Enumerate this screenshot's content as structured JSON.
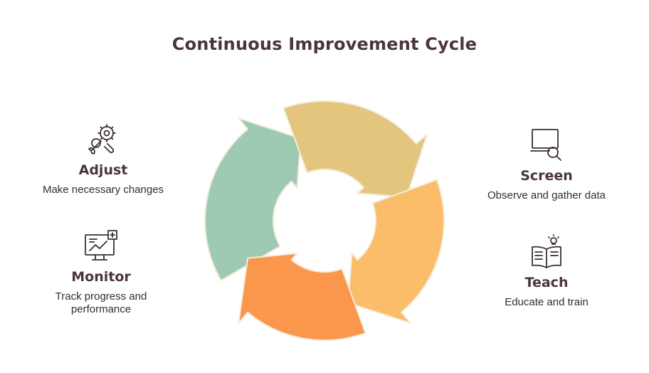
{
  "title": "Continuous Improvement Cycle",
  "steps": {
    "adjust": {
      "label": "Adjust",
      "description": "Make necessary changes",
      "color": "#9ecab3",
      "icon": "gears-wrench-icon"
    },
    "screen": {
      "label": "Screen",
      "description": "Observe and gather data",
      "color": "#e3c57d",
      "icon": "monitor-magnifier-icon"
    },
    "teach": {
      "label": "Teach",
      "description": "Educate and train",
      "color": "#fbbd6a",
      "icon": "book-lightbulb-icon"
    },
    "monitor": {
      "label": "Monitor",
      "description": "Track progress and performance",
      "color": "#fb964d",
      "icon": "chart-monitor-icon"
    }
  },
  "colors": {
    "text": "#4a3441",
    "outline": "#f3ecd9"
  }
}
